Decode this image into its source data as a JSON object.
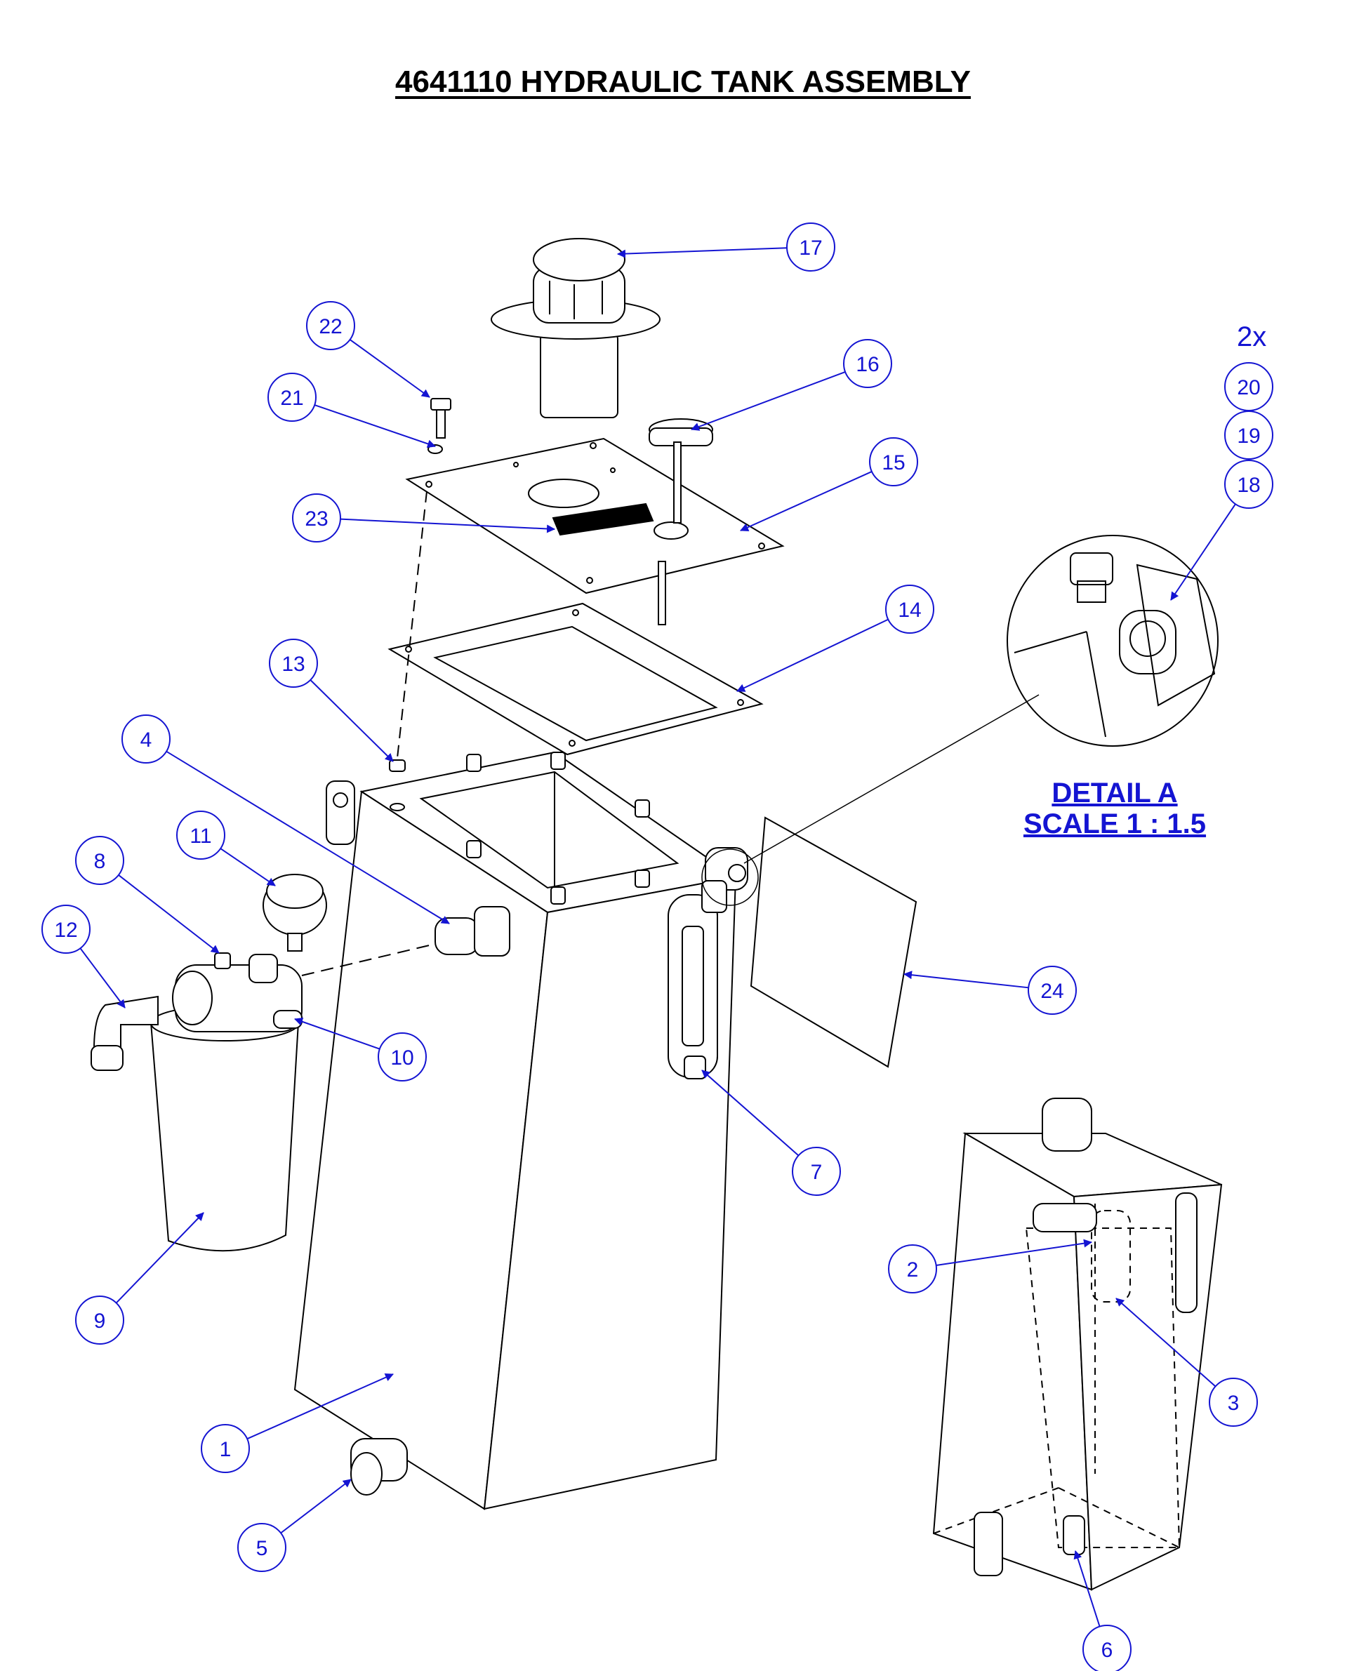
{
  "title": "4641110 HYDRAULIC TANK ASSEMBLY",
  "detail": {
    "line1": "DETAIL A",
    "line2": "SCALE 1 : 1.5",
    "quantity_note": "2x"
  },
  "balloons": [
    {
      "id": "balloon-1",
      "label": "1"
    },
    {
      "id": "balloon-2",
      "label": "2"
    },
    {
      "id": "balloon-3",
      "label": "3"
    },
    {
      "id": "balloon-4",
      "label": "4"
    },
    {
      "id": "balloon-5",
      "label": "5"
    },
    {
      "id": "balloon-6",
      "label": "6"
    },
    {
      "id": "balloon-7",
      "label": "7"
    },
    {
      "id": "balloon-8",
      "label": "8"
    },
    {
      "id": "balloon-9",
      "label": "9"
    },
    {
      "id": "balloon-10",
      "label": "10"
    },
    {
      "id": "balloon-11",
      "label": "11"
    },
    {
      "id": "balloon-12",
      "label": "12"
    },
    {
      "id": "balloon-13",
      "label": "13"
    },
    {
      "id": "balloon-14",
      "label": "14"
    },
    {
      "id": "balloon-15",
      "label": "15"
    },
    {
      "id": "balloon-16",
      "label": "16"
    },
    {
      "id": "balloon-17",
      "label": "17"
    },
    {
      "id": "balloon-18",
      "label": "18"
    },
    {
      "id": "balloon-19",
      "label": "19"
    },
    {
      "id": "balloon-20",
      "label": "20"
    },
    {
      "id": "balloon-21",
      "label": "21"
    },
    {
      "id": "balloon-22",
      "label": "22"
    },
    {
      "id": "balloon-23",
      "label": "23"
    },
    {
      "id": "balloon-24",
      "label": "24"
    }
  ],
  "colors": {
    "balloon": "#1414d2",
    "line": "#000000",
    "paper": "#ffffff"
  }
}
